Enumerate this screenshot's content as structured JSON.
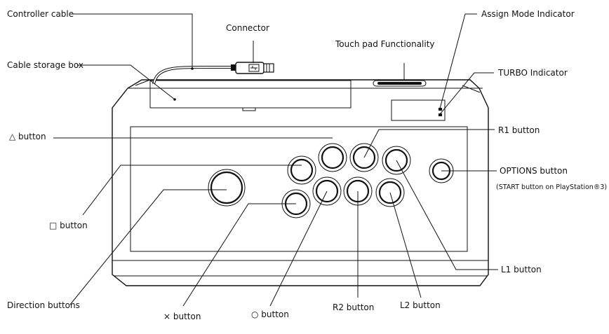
{
  "labels": {
    "controller_cable": "Controller cable",
    "connector": "Connector",
    "cable_storage_box": "Cable storage box",
    "touch_pad": "Touch pad Functionality",
    "assign_mode": "Assign Mode Indicator",
    "turbo": "TURBO Indicator",
    "triangle": "△ button",
    "r1": "R1 button",
    "square": "□ button",
    "options": "OPTIONS button",
    "options_note": "(START button on PlayStation®3)",
    "l1": "L1 button",
    "direction": "Direction buttons",
    "cross": "× button",
    "circle": "○ button",
    "r2": "R2 button",
    "l2": "L2 button"
  }
}
